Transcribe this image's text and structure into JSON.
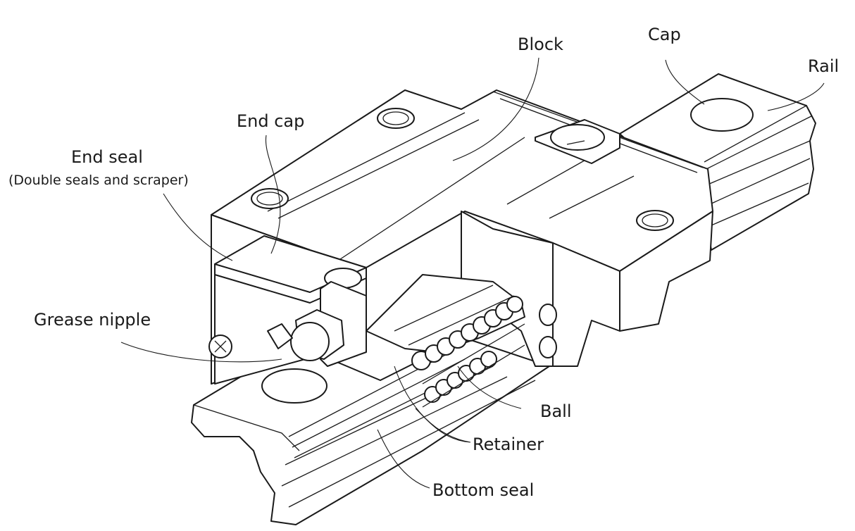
{
  "labels": {
    "block": "Block",
    "cap": "Cap",
    "rail": "Rail",
    "end_cap": "End cap",
    "end_seal": "End seal",
    "end_seal_note": "(Double seals and scraper)",
    "grease_nipple": "Grease nipple",
    "ball": "Ball",
    "retainer": "Retainer",
    "bottom_seal": "Bottom seal"
  },
  "colors": {
    "line": "#1a1a1a",
    "background": "#ffffff"
  }
}
